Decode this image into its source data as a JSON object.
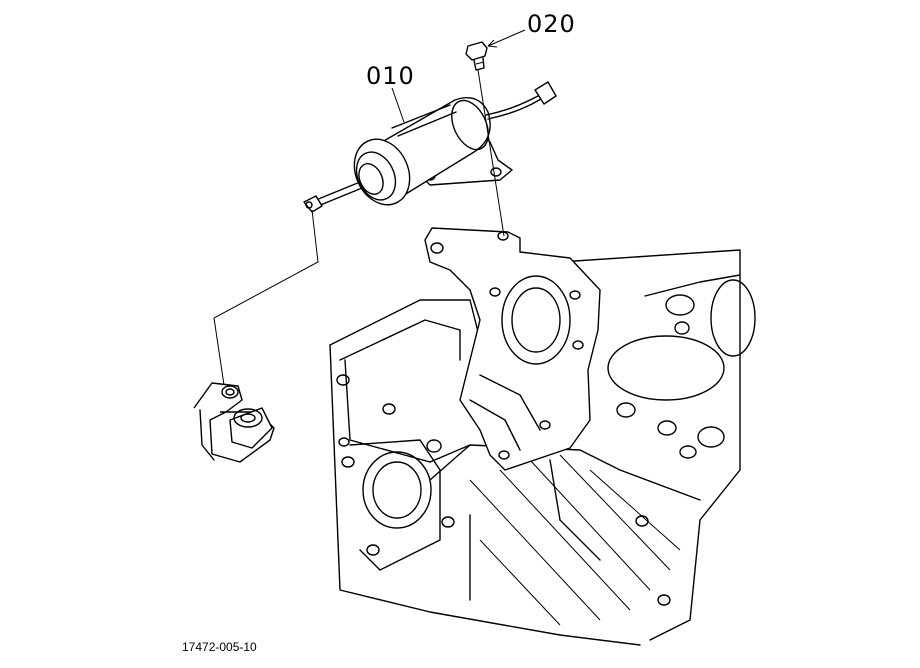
{
  "parts": [
    {
      "ref": "010"
    },
    {
      "ref": "020"
    }
  ],
  "drawing_number": "17472-005-10"
}
